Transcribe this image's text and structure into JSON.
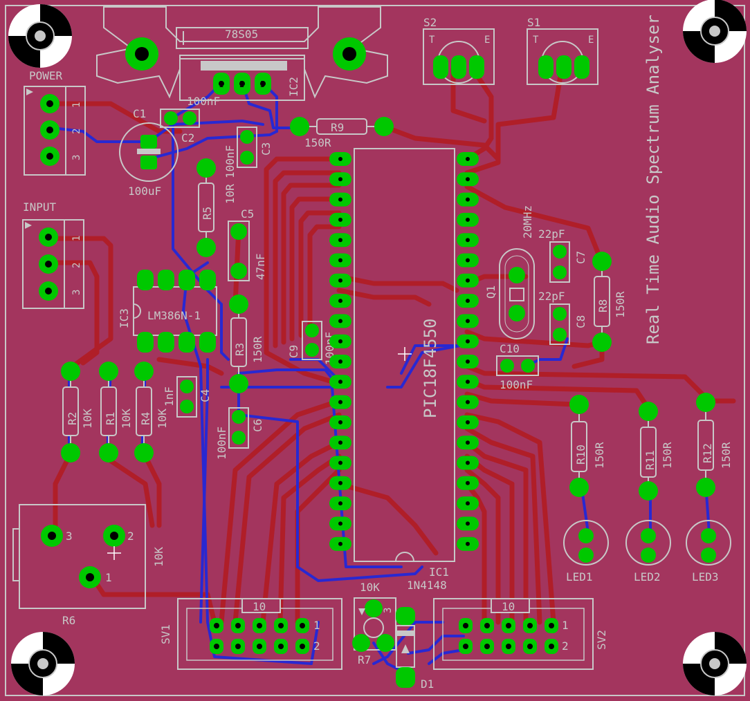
{
  "board_title": "Real Time Audio Spectrum Analyser",
  "colors": {
    "board": "#a3355e",
    "top_trace": "#b01e28",
    "bottom_trace": "#2828d2",
    "pad": "#00c800",
    "silk": "#c8c8c8",
    "hole": "#000000"
  },
  "connectors": {
    "power": {
      "label": "POWER",
      "pins": [
        "1",
        "2",
        "3"
      ]
    },
    "input": {
      "label": "INPUT",
      "pins": [
        "1",
        "2",
        "3"
      ]
    }
  },
  "ic1": {
    "ref": "IC1",
    "value": "PIC18F4550"
  },
  "ic2": {
    "ref": "IC2",
    "value": "78S05",
    "pins": [
      "1",
      "2",
      "3"
    ]
  },
  "ic3": {
    "ref": "IC3",
    "value": "LM386N-1"
  },
  "q1": {
    "ref": "Q1",
    "value": "20MHz"
  },
  "s1": {
    "ref": "S1",
    "t": "T",
    "e": "E"
  },
  "s2": {
    "ref": "S2",
    "t": "T",
    "e": "E"
  },
  "capacitors": {
    "c1": {
      "ref": "C1",
      "value": "100uF"
    },
    "c2": {
      "ref": "C2",
      "value": "100nF"
    },
    "c3": {
      "ref": "C3",
      "value": "100nF"
    },
    "c4": {
      "ref": "C4",
      "value": "1nF"
    },
    "c5": {
      "ref": "C5",
      "value": "47nF"
    },
    "c6": {
      "ref": "C6",
      "value": "100nF"
    },
    "c7": {
      "ref": "C7",
      "value": "22pF"
    },
    "c8": {
      "ref": "C8",
      "value": "22pF"
    },
    "c9": {
      "ref": "C9",
      "value": "100nF"
    },
    "c10": {
      "ref": "C10",
      "value": "100nF"
    }
  },
  "resistors": {
    "r2": {
      "ref": "R2",
      "value": "10K"
    },
    "r1": {
      "ref": "R1",
      "value": "10K"
    },
    "r4": {
      "ref": "R4",
      "value": "10K"
    },
    "r3": {
      "ref": "R3",
      "value": "150R"
    },
    "r5": {
      "ref": "R5",
      "value": "10R"
    },
    "r8": {
      "ref": "R8",
      "value": "150R"
    },
    "r9": {
      "ref": "R9",
      "value": "150R"
    },
    "r10": {
      "ref": "R10",
      "value": "150R"
    },
    "r11": {
      "ref": "R11",
      "value": "150R"
    },
    "r12": {
      "ref": "R12",
      "value": "150R"
    }
  },
  "r6": {
    "ref": "R6",
    "value": "10K",
    "pins": [
      "3",
      "2",
      "1"
    ]
  },
  "r7": {
    "ref": "R7",
    "value": "10K",
    "pin": "3"
  },
  "d1": {
    "ref": "D1",
    "value": "1N4148"
  },
  "leds": [
    "LED1",
    "LED2",
    "LED3"
  ],
  "sv1": {
    "ref": "SV1",
    "value": "10",
    "pins": [
      "1",
      "2"
    ]
  },
  "sv2": {
    "ref": "SV2",
    "value": "10",
    "pins": [
      "1",
      "2"
    ]
  }
}
